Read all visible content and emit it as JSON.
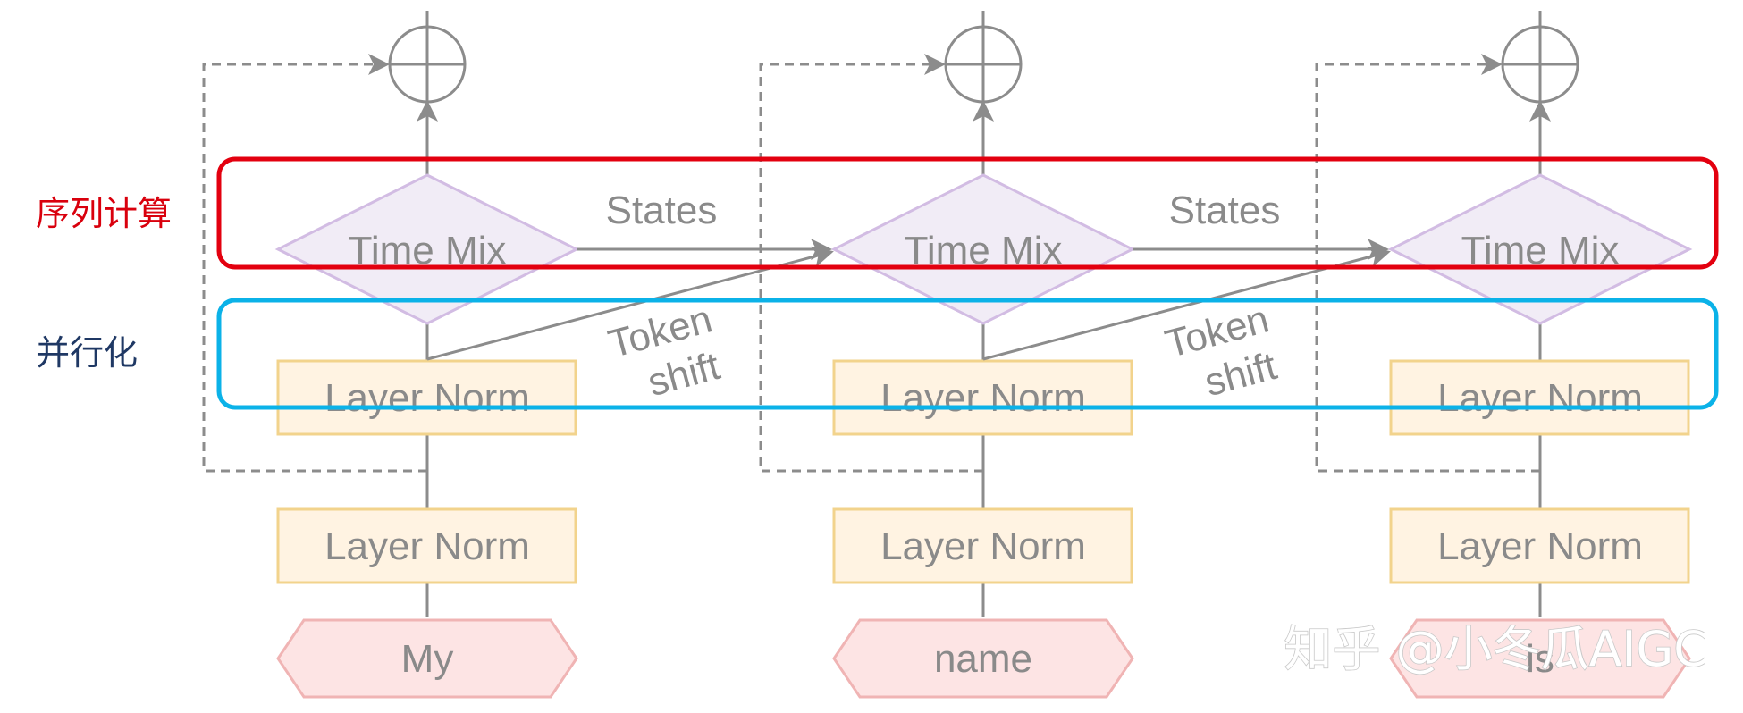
{
  "labels": {
    "sequential": "序列计算",
    "parallel": "并行化"
  },
  "columns": [
    {
      "time_mix": "Time Mix",
      "layer_norm_top": "Layer Norm",
      "layer_norm_bottom": "Layer Norm",
      "token": "My"
    },
    {
      "time_mix": "Time Mix",
      "layer_norm_top": "Layer Norm",
      "layer_norm_bottom": "Layer Norm",
      "token": "name"
    },
    {
      "time_mix": "Time Mix",
      "layer_norm_top": "Layer Norm",
      "layer_norm_bottom": "Layer Norm",
      "token": "is"
    }
  ],
  "connections": [
    {
      "states": "States",
      "token_shift_line1": "Token",
      "token_shift_line2": "shift"
    },
    {
      "states": "States",
      "token_shift_line1": "Token",
      "token_shift_line2": "shift"
    }
  ],
  "watermark": "知乎 @小冬瓜AIGC",
  "colors": {
    "sequential_box": "#e3000f",
    "parallel_box": "#0bb2e8",
    "sequential_label": "#d9000d",
    "parallel_label": "#1f3864",
    "diamond_fill": "#f1ecf6",
    "diamond_stroke": "#d2bce3",
    "norm_fill": "#fff3e2",
    "norm_stroke": "#f2d38c",
    "token_fill": "#fde4e4",
    "token_stroke": "#f0b4b4",
    "line": "#8c8c8c"
  }
}
